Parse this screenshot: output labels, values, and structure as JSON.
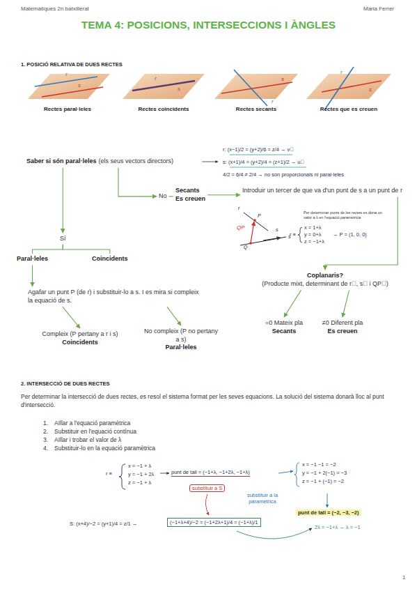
{
  "diagram": {
    "title": "TEMA 4: POSICIONS, INTERSECCIONS I ÀNGLES",
    "nodes": [
      {
        "text": [
          "Saber si són paral·leles",
          "(els seus vectors directors)"
        ]
      },
      {
        "text": [
          "Sí"
        ]
      },
      {
        "text": [
          "Paral·leles"
        ]
      },
      {
        "text": [
          "Coincidents"
        ]
      },
      {
        "text": [
          "Agafar un punt P (de r) i substituir-lo a s. I es mira si compleix la equació de s."
        ]
      },
      {
        "text": [
          "Compleix (P pertany a r i s)",
          "Coincidents"
        ]
      },
      {
        "text": [
          "No compleix (P no pertany a s)",
          "Paral·leles"
        ]
      },
      {
        "text": [
          "No"
        ]
      },
      {
        "text": [
          "Secants",
          "Es creuen"
        ]
      },
      {
        "text": [
          "Introduir un tercer de que va d'un punt de s a un punt de r"
        ]
      },
      {
        "text": [
          "Coplanaris?",
          "(Producte mixt, determinant de r⃗, s⃗ i QP⃗)"
        ]
      },
      {
        "text": [
          "=0 Mateix pla",
          "Secants"
        ]
      },
      {
        "text": [
          "≠0 Diferent pla",
          "Es creuen"
        ]
      }
    ],
    "edges": [
      {
        "from": 0,
        "to": 1,
        "arrow": "to"
      },
      {
        "from": 0,
        "to": 7,
        "arrow": "to"
      },
      {
        "from": 1,
        "to": 2,
        "arrow": "none"
      },
      {
        "from": 1,
        "to": 3,
        "arrow": "none"
      },
      {
        "from": 2,
        "to": 4,
        "arrow": "to"
      },
      {
        "from": 4,
        "to": 5,
        "arrow": "to"
      },
      {
        "from": 4,
        "to": 6,
        "arrow": "to"
      },
      {
        "from": 7,
        "to": 8,
        "arrow": "none"
      },
      {
        "from": 8,
        "to": 9,
        "arrow": "to"
      },
      {
        "from": 9,
        "to": 10,
        "arrow": "to"
      },
      {
        "from": 10,
        "to": 11,
        "arrow": "to"
      },
      {
        "from": 10,
        "to": 12,
        "arrow": "to"
      }
    ],
    "labels": [
      "Matemàtiques 2n batxillerat",
      "Maria Ferrer",
      "1. POSICIÓ RELATIVA DE DUES RECTES",
      "r",
      "s",
      "r",
      "s",
      "r",
      "s",
      "r",
      "s",
      "Rectes paral·leles",
      "Rectes coincidents",
      "Rectes secants",
      "Rectes que es creuen",
      "r: (x−1)/2 = (y+2)/6 = z/4 → v⃗",
      "s: (x+1)/4 = (y+2)/4 = (z+1)/2 → u⃗",
      "4/2 = 6/4 ≠ 2/4 → no són proporcionals ni paral·leles",
      "r",
      "QP⃗",
      "P",
      "Q",
      "s⃗",
      "s",
      "Per determinar punts de les rectes es dona un valor a λ en l'equació paramètrica",
      "r ≡",
      "x = 1+λ",
      "y = 0+λ",
      "z = −1+λ",
      "→ P = (1, 0, 0)",
      "2. INTERSECCIÓ DE DUES RECTES",
      "Per determinar la intersecció de dues rectes, es resol el sistema format per les seves equacions. La solució del sistema donarà lloc al punt d'intersecció.",
      "1.",
      "Aïllar a l'equació paramètrica",
      "2.",
      "Substituir en l'equació contínua",
      "3.",
      "Aïllar i trobar el valor de λ",
      "4.",
      "Substituir-lo en la equació paramètrica",
      "r ≡",
      "x = −1 + λ",
      "y = −1 + 2λ",
      "z = −1 + λ",
      "punt de tall = (−1+λ, −1+2λ, −1+λ)",
      "substituir a S",
      "S: (x+4)/−2 = (y+1)/4 = z/1 →",
      "(−1+λ+4)/−2 = (−1+2λ+1)/4 = (−1+λ)/1",
      "substituir a la paramètrica",
      "2λ = −1+λ → λ = −1",
      "x = −1 −1 = −2",
      "y = −1 + 2(−1) = −3",
      "z = −1 + (−1) = −2",
      "punt de tall = (−2, −3, −2)",
      "1"
    ]
  }
}
